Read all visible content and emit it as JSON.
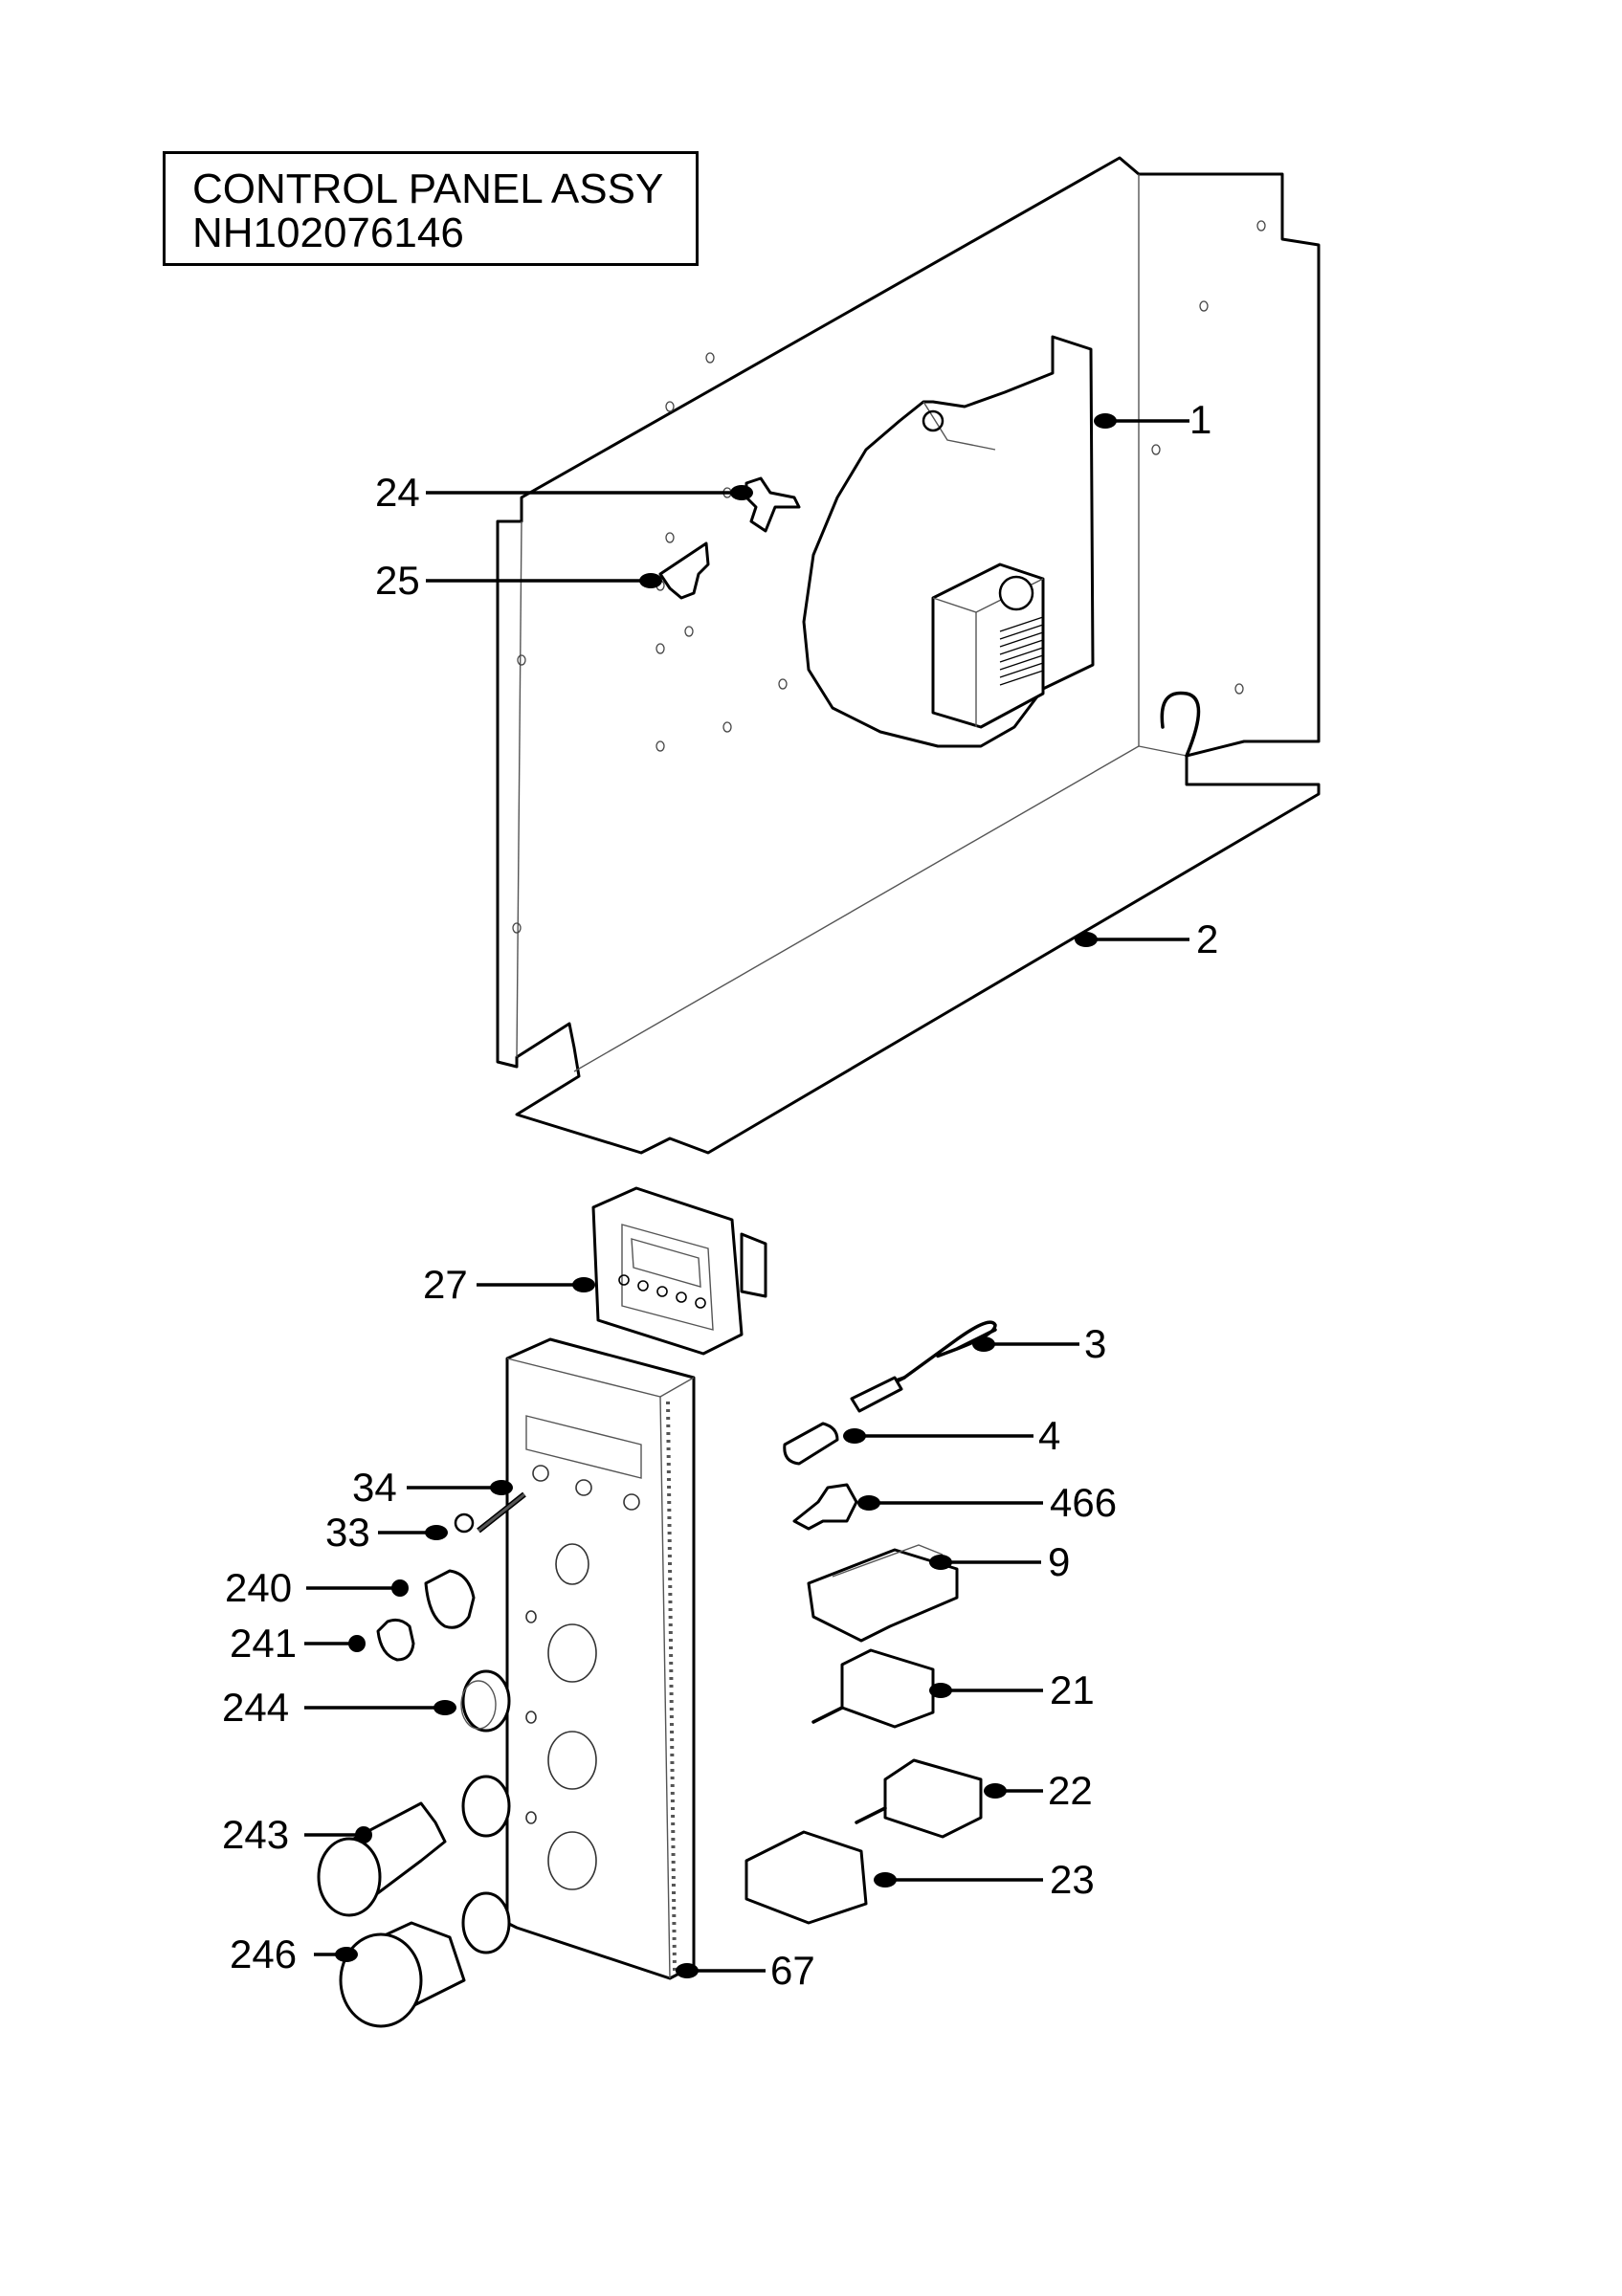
{
  "title": {
    "line1": "CONTROL PANEL ASSY",
    "line2": "NH102076146"
  },
  "callouts": [
    {
      "id": "1",
      "label": "1"
    },
    {
      "id": "2",
      "label": "2"
    },
    {
      "id": "24",
      "label": "24"
    },
    {
      "id": "25",
      "label": "25"
    },
    {
      "id": "27",
      "label": "27"
    },
    {
      "id": "3",
      "label": "3"
    },
    {
      "id": "4",
      "label": "4"
    },
    {
      "id": "466",
      "label": "466"
    },
    {
      "id": "9",
      "label": "9"
    },
    {
      "id": "21",
      "label": "21"
    },
    {
      "id": "22",
      "label": "22"
    },
    {
      "id": "23",
      "label": "23"
    },
    {
      "id": "34",
      "label": "34"
    },
    {
      "id": "33",
      "label": "33"
    },
    {
      "id": "240",
      "label": "240"
    },
    {
      "id": "241",
      "label": "241"
    },
    {
      "id": "244",
      "label": "244"
    },
    {
      "id": "243",
      "label": "243"
    },
    {
      "id": "246",
      "label": "246"
    },
    {
      "id": "67",
      "label": "67"
    }
  ]
}
